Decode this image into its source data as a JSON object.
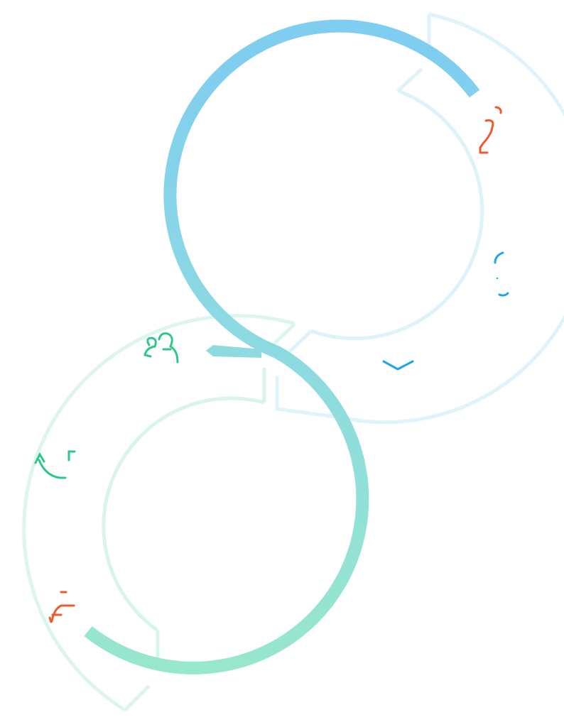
{
  "diagram": {
    "type": "infinity-loop",
    "colors": {
      "loop_gradient_top": "#7fcdf0",
      "loop_gradient_mid": "#8ddbe0",
      "loop_gradient_bottom": "#98e8cc",
      "outer_ring_top": "#dff3fb",
      "outer_ring_bottom": "#dcf6ee",
      "accent_orange": "#ee5a2c",
      "accent_blue": "#1ea5e6",
      "accent_green": "#2fc68a"
    },
    "stages": [
      {
        "id": "top-ring",
        "icons": [
          "orange-glyph-icon",
          "blue-bracket-icon",
          "chevron-down-icon"
        ]
      },
      {
        "id": "bottom-ring",
        "icons": [
          "people-group-icon",
          "refresh-arrow-icon",
          "orange-arrow-icon"
        ]
      }
    ]
  }
}
